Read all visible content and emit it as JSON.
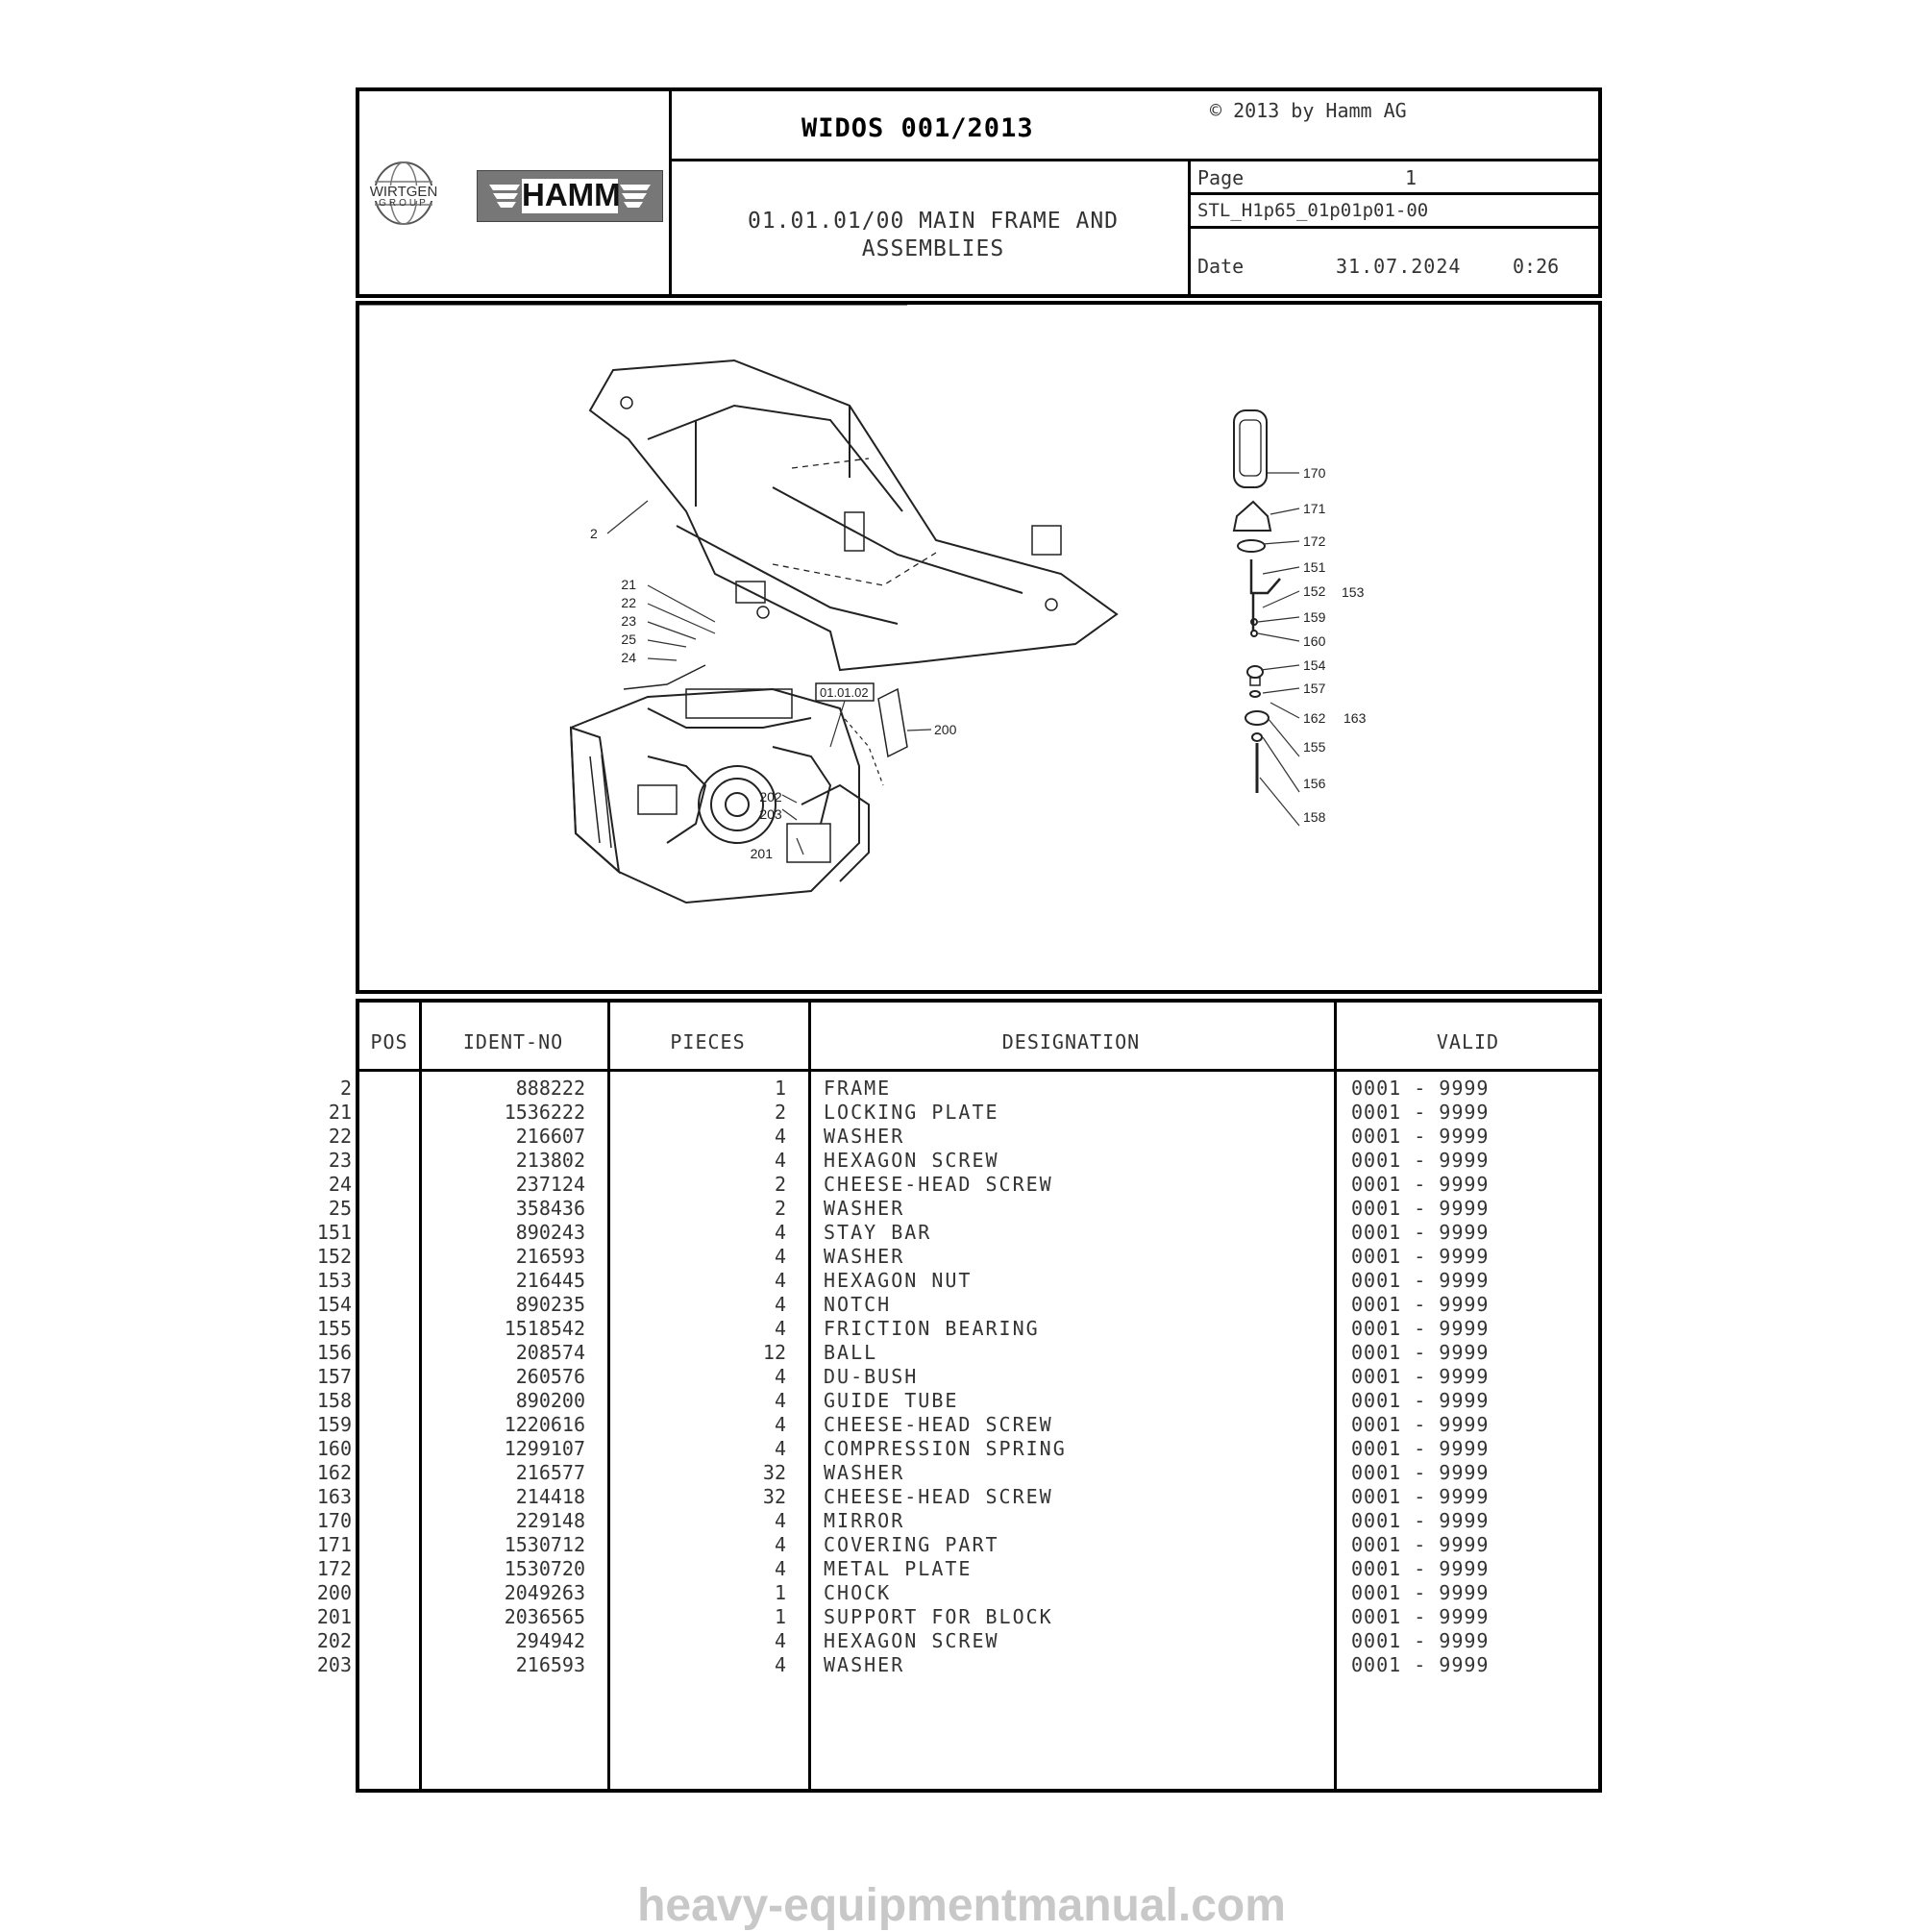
{
  "header": {
    "doc_title": "WIDOS 001/2013",
    "copyright": "© 2013 by Hamm AG",
    "section_title_line1": "01.01.01/00 MAIN FRAME AND",
    "section_title_line2": "ASSEMBLIES",
    "page_label": "Page",
    "page_number": "1",
    "doc_code": "STL_H1p65_01p01p01-00",
    "date_label": "Date",
    "date_value": "31.07.2024",
    "time_value": "0:26"
  },
  "logos": {
    "wirtgen_line1": "WIRTGEN",
    "wirtgen_line2": "GROUP",
    "hamm": "HAMM"
  },
  "diagram": {
    "frame_label": "2",
    "fastener_labels": [
      "21",
      "22",
      "23",
      "25",
      "24"
    ],
    "ref_box": "01.01.02",
    "engine_labels": [
      "200",
      "202",
      "203",
      "201"
    ],
    "mirror_labels": [
      "170",
      "171",
      "172",
      "151",
      "152",
      "153",
      "159",
      "160",
      "154",
      "157",
      "162",
      "163",
      "155",
      "156",
      "158"
    ]
  },
  "table": {
    "headers": [
      "POS",
      "IDENT-NO",
      "PIECES",
      "DESIGNATION",
      "VALID"
    ],
    "rows": [
      [
        "2",
        "888222",
        "1",
        "FRAME",
        "0001 - 9999"
      ],
      [
        "21",
        "1536222",
        "2",
        "LOCKING PLATE",
        "0001 - 9999"
      ],
      [
        "22",
        "216607",
        "4",
        "WASHER",
        "0001 - 9999"
      ],
      [
        "23",
        "213802",
        "4",
        "HEXAGON SCREW",
        "0001 - 9999"
      ],
      [
        "24",
        "237124",
        "2",
        "CHEESE-HEAD SCREW",
        "0001 - 9999"
      ],
      [
        "25",
        "358436",
        "2",
        "WASHER",
        "0001 - 9999"
      ],
      [
        "151",
        "890243",
        "4",
        "STAY BAR",
        "0001 - 9999"
      ],
      [
        "152",
        "216593",
        "4",
        "WASHER",
        "0001 - 9999"
      ],
      [
        "153",
        "216445",
        "4",
        "HEXAGON NUT",
        "0001 - 9999"
      ],
      [
        "154",
        "890235",
        "4",
        "NOTCH",
        "0001 - 9999"
      ],
      [
        "155",
        "1518542",
        "4",
        "FRICTION BEARING",
        "0001 - 9999"
      ],
      [
        "156",
        "208574",
        "12",
        "BALL",
        "0001 - 9999"
      ],
      [
        "157",
        "260576",
        "4",
        "DU-BUSH",
        "0001 - 9999"
      ],
      [
        "158",
        "890200",
        "4",
        "GUIDE TUBE",
        "0001 - 9999"
      ],
      [
        "159",
        "1220616",
        "4",
        "CHEESE-HEAD SCREW",
        "0001 - 9999"
      ],
      [
        "160",
        "1299107",
        "4",
        "COMPRESSION SPRING",
        "0001 - 9999"
      ],
      [
        "162",
        "216577",
        "32",
        "WASHER",
        "0001 - 9999"
      ],
      [
        "163",
        "214418",
        "32",
        "CHEESE-HEAD SCREW",
        "0001 - 9999"
      ],
      [
        "170",
        "229148",
        "4",
        "MIRROR",
        "0001 - 9999"
      ],
      [
        "171",
        "1530712",
        "4",
        "COVERING PART",
        "0001 - 9999"
      ],
      [
        "172",
        "1530720",
        "4",
        "METAL PLATE",
        "0001 - 9999"
      ],
      [
        "200",
        "2049263",
        "1",
        "CHOCK",
        "0001 - 9999"
      ],
      [
        "201",
        "2036565",
        "1",
        "SUPPORT FOR BLOCK",
        "0001 - 9999"
      ],
      [
        "202",
        "294942",
        "4",
        "HEXAGON SCREW",
        "0001 - 9999"
      ],
      [
        "203",
        "216593",
        "4",
        "WASHER",
        "0001 - 9999"
      ]
    ]
  },
  "footer": {
    "watermark": "heavy-equipmentmanual.com"
  }
}
